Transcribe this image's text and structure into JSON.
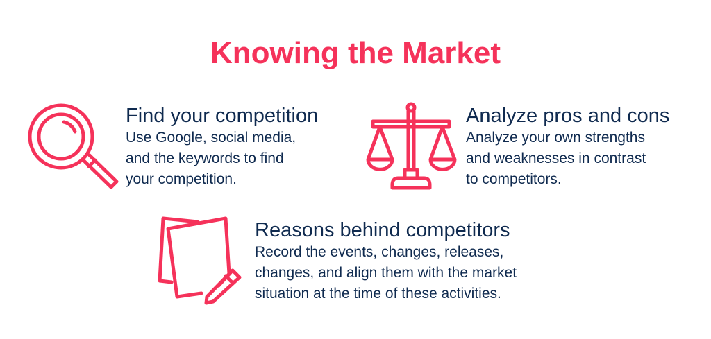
{
  "title": "Knowing the Market",
  "items": [
    {
      "heading": "Find your competition",
      "lines": [
        "Use Google, social media,",
        "and the keywords to find",
        "your competition."
      ],
      "icon": "magnifier-icon"
    },
    {
      "heading": "Analyze pros and cons",
      "lines": [
        "Analyze your own strengths",
        "and weaknesses in contrast",
        "to competitors."
      ],
      "icon": "scales-icon"
    },
    {
      "heading": "Reasons behind competitors",
      "lines": [
        "Record the events, changes, releases,",
        "changes, and align them with the market",
        "situation at the time of these activities."
      ],
      "icon": "notes-pencil-icon"
    }
  ],
  "colors": {
    "accent": "#f5325a",
    "text": "#0f2a4f"
  }
}
